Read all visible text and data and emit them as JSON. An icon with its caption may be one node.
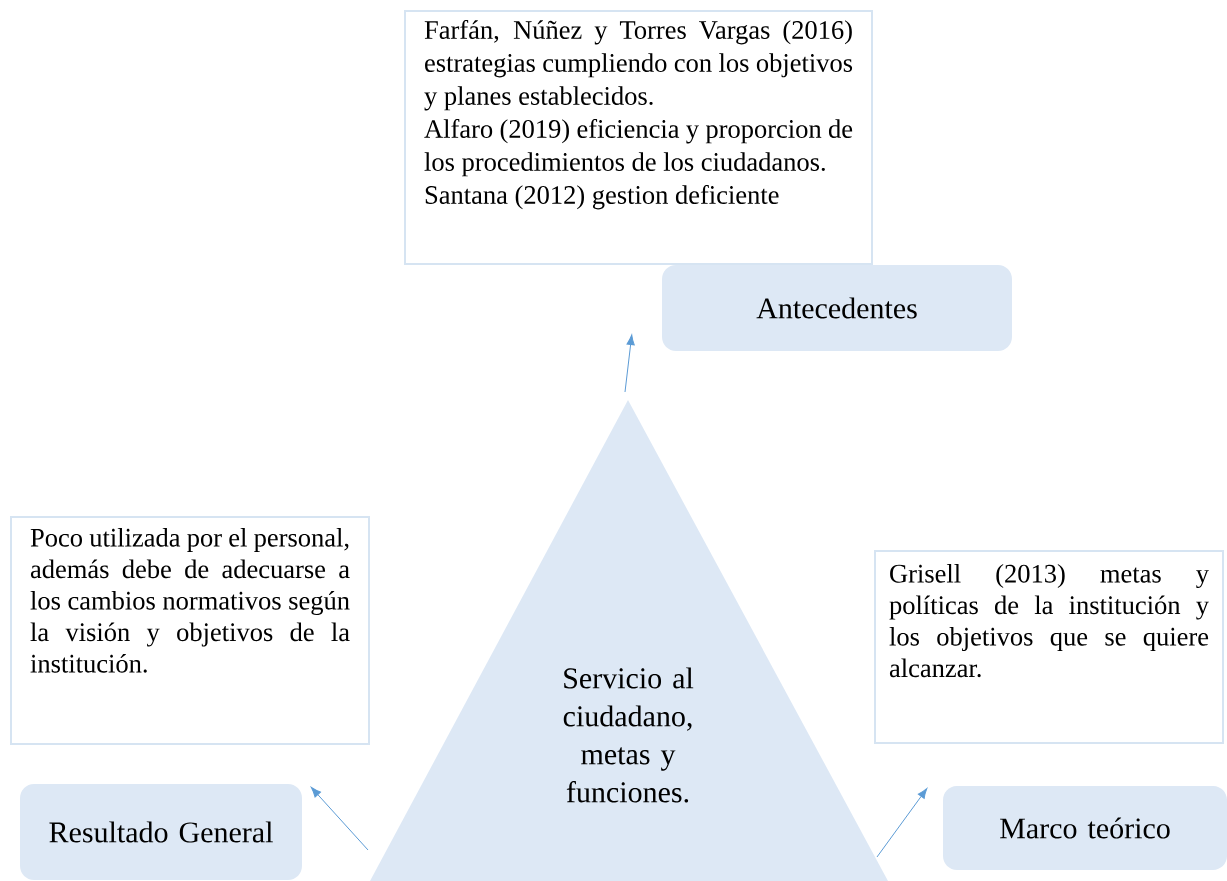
{
  "diagram": {
    "nodes": [
      {
        "text": [
          "Farfán, Núñez y Torres Vargas (2016) estrategias cumpliendo con los objetivos y planes establecidos.",
          "Alfaro (2019) eficiencia y proporcion de los procedimientos de los ciudadanos.",
          "Santana (2012) gestion deficiente"
        ]
      },
      {
        "text": [
          "Antecedentes"
        ]
      },
      {
        "text": [
          "Poco utilizada por el personal, además debe de adecuarse a los cambios normativos según la visión y objetivos de la institución."
        ]
      },
      {
        "text": [
          "Grisell (2013) metas y políticas de la institución y los objetivos que se quiere alcanzar."
        ]
      },
      {
        "text": [
          "Servicio al ciudadano, metas y funciones."
        ]
      },
      {
        "text": [
          "Resultado General"
        ]
      },
      {
        "text": [
          "Marco teórico"
        ]
      }
    ],
    "edges": [
      {
        "from": 4,
        "to": 1,
        "arrow": "to"
      },
      {
        "from": 4,
        "to": 5,
        "arrow": "to"
      },
      {
        "from": 4,
        "to": 6,
        "arrow": "to"
      }
    ]
  }
}
